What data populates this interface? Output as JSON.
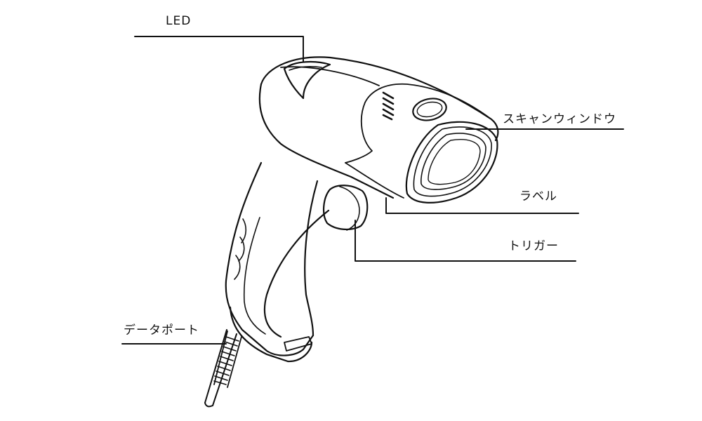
{
  "diagram": {
    "labels": {
      "led": "LED",
      "scan_window": "スキャンウィンドウ",
      "label": "ラベル",
      "trigger": "トリガー",
      "data_port": "データポート"
    },
    "line_color": "#111111"
  }
}
